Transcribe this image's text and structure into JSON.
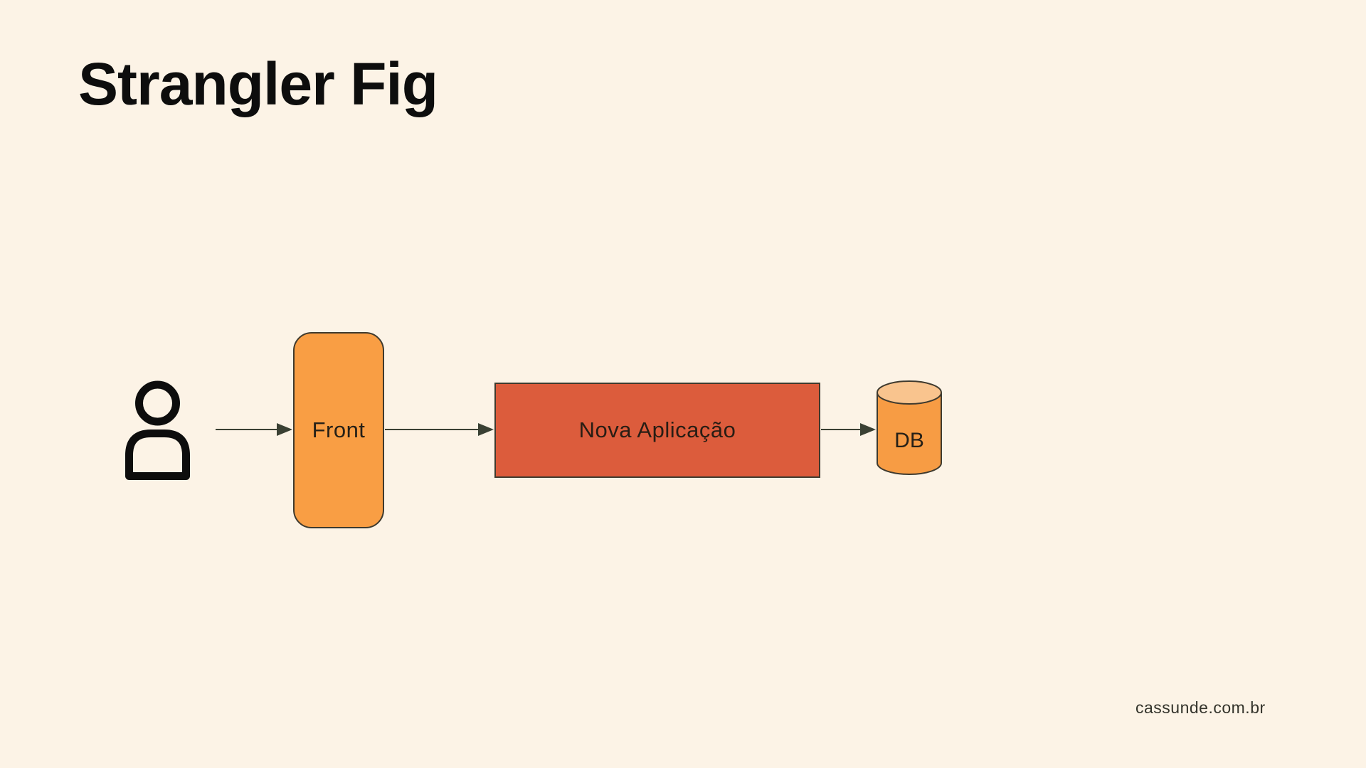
{
  "slide": {
    "title": "Strangler Fig",
    "footer": "cassunde.com.br",
    "background_color": "#FCF3E6"
  },
  "diagram": {
    "stroke_color": "#3F3A2E",
    "arrow_color": "#3A4033",
    "nodes": {
      "user": {
        "icon": "person-icon",
        "color": "#0D0D0D"
      },
      "front": {
        "label": "Front",
        "shape": "rounded-rect",
        "fill": "#F99E44"
      },
      "nova": {
        "label": "Nova Aplicação",
        "shape": "rect",
        "fill": "#DC5C3C"
      },
      "db": {
        "label": "DB",
        "shape": "database-cylinder",
        "fill": "#F79C44",
        "top_fill": "#F9C48E"
      }
    },
    "edges": [
      {
        "from": "user",
        "to": "front"
      },
      {
        "from": "front",
        "to": "nova"
      },
      {
        "from": "nova",
        "to": "db"
      }
    ]
  }
}
